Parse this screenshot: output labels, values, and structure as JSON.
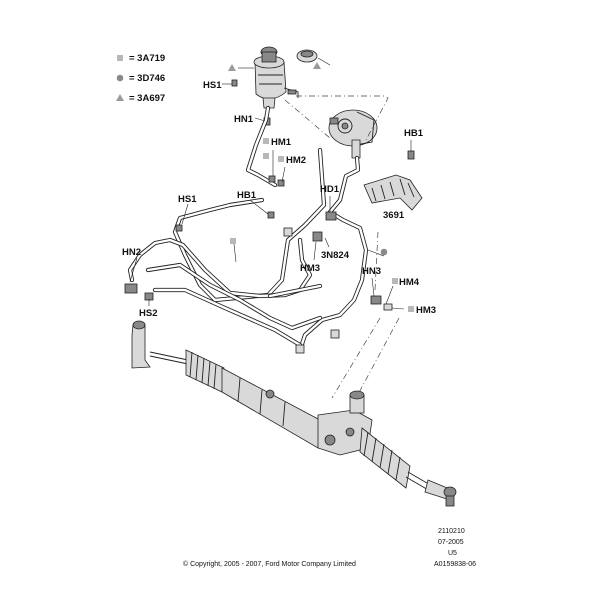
{
  "legend": {
    "items": [
      {
        "symbol": "square",
        "code": "= 3A719",
        "color": "#b8b8b8"
      },
      {
        "symbol": "circle",
        "code": "= 3D746",
        "color": "#8a8a8a"
      },
      {
        "symbol": "triangle",
        "code": "= 3A697",
        "color": "#9a9a9a"
      }
    ]
  },
  "labels": {
    "hs1_top": "HS1",
    "hn1": "HN1",
    "hb1_right": "HB1",
    "hm1": "HM1",
    "hm2": "HM2",
    "hd1": "HD1",
    "hs1_left": "HS1",
    "hb1_left": "HB1",
    "part_3691": "3691",
    "part_3n824": "3N824",
    "hm3_a": "HM3",
    "hn2": "HN2",
    "hn3": "HN3",
    "hm4": "HM4",
    "hm3_b": "HM3",
    "hs2": "HS2"
  },
  "footer": {
    "ref1": "2110210",
    "ref2": "07-2005",
    "ref3": "U5",
    "ref4": "A0159838-06",
    "copyright": "© Copyright, 2005 - 2007, Ford Motor Company Limited"
  },
  "colors": {
    "square_marker": "#b8b8b8",
    "circle_marker": "#8a8a8a",
    "triangle_marker": "#9a9a9a"
  }
}
